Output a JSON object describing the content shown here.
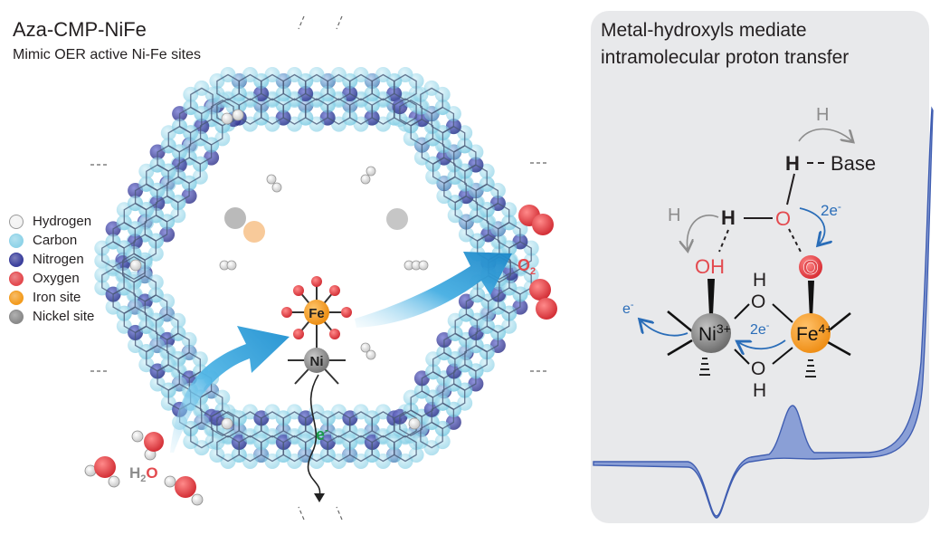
{
  "left": {
    "title": "Aza-CMP-NiFe",
    "subtitle": "Mimic OER active Ni-Fe sites",
    "legend": [
      {
        "label": "Hydrogen",
        "color": "#f2f2f2",
        "stroke": "#9a9a9a",
        "icon": "hydrogen-atom-icon"
      },
      {
        "label": "Carbon",
        "color": "#8fd3e8",
        "stroke": "#8fd3e8",
        "icon": "carbon-atom-icon"
      },
      {
        "label": "Nitrogen",
        "color": "#3b3f9c",
        "stroke": "#3b3f9c",
        "icon": "nitrogen-atom-icon"
      },
      {
        "label": "Oxygen",
        "color": "#e34a4f",
        "stroke": "#e34a4f",
        "icon": "oxygen-atom-icon"
      },
      {
        "label": "Iron site",
        "color": "#f39c1f",
        "stroke": "#f39c1f",
        "icon": "iron-atom-icon"
      },
      {
        "label": "Nickel site",
        "color": "#8a8a8a",
        "stroke": "#8a8a8a",
        "icon": "nickel-atom-icon"
      }
    ],
    "fe_label": "Fe",
    "ni_label": "Ni",
    "electron_label": "e",
    "electron_sup": "-",
    "water": {
      "h": "H",
      "sub": "2",
      "o": "O"
    },
    "oxygen": {
      "o": "O",
      "sub": "2"
    }
  },
  "right": {
    "title_line1": "Metal-hydroxyls mediate",
    "title_line2": "intramolecular proton transfer",
    "h_transfer": "H",
    "h_base": "H",
    "base": "Base",
    "h_left": "H",
    "h_mid": "H",
    "o_mid": "O",
    "two_e_top": "2e",
    "two_e_top_sup": "-",
    "oh_label": "OH",
    "o_fe": "O",
    "o_bridge_top": "O",
    "h_bridge_top": "H",
    "o_bridge_bottom": "O",
    "h_bridge_bottom": "H",
    "ni_label": "Ni",
    "ni_sup": "3+",
    "fe_label": "Fe",
    "fe_sup": "4+",
    "two_e_mid": "2e",
    "two_e_mid_sup": "-",
    "e_left": "e",
    "e_left_sup": "-"
  },
  "colors": {
    "panel_bg": "#e8e9eb",
    "arrow_blue": "#2a6db8",
    "cv_fill": "#8a9fd6",
    "cv_stroke": "#3f5db1",
    "oxygen_red": "#e34a4f",
    "electron_green": "#1a9a48",
    "grey_text": "#8d8d8d"
  }
}
